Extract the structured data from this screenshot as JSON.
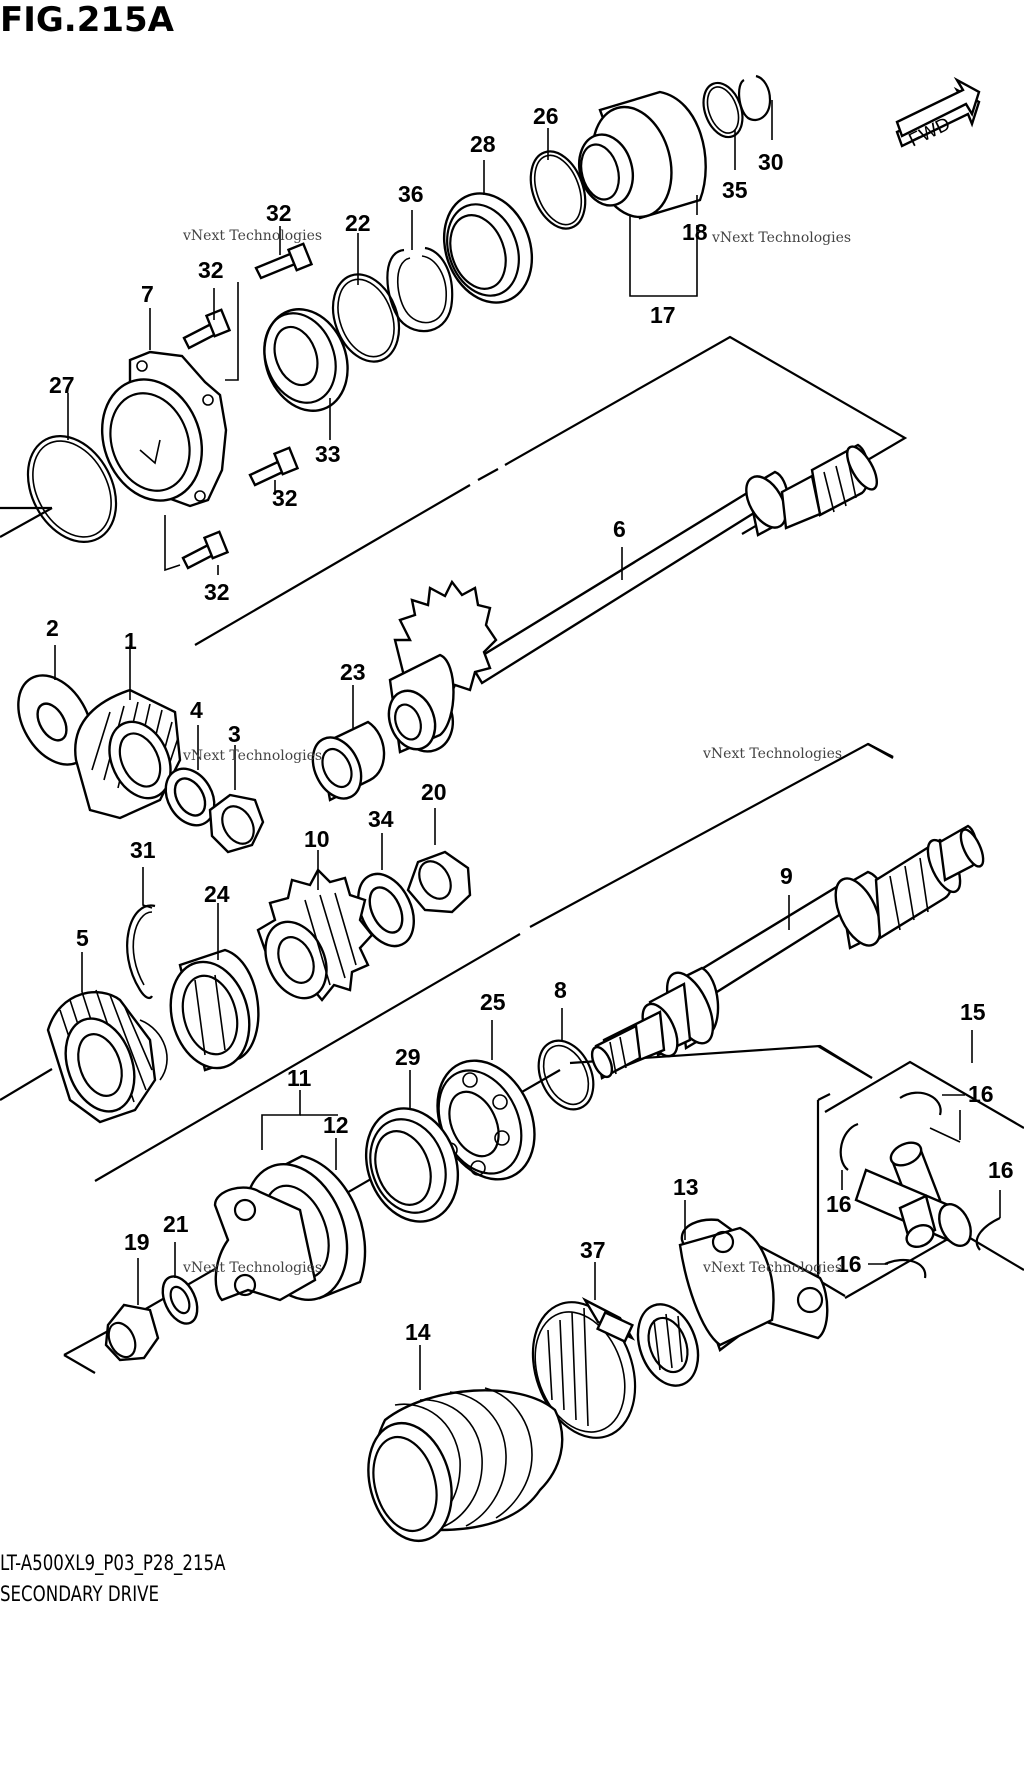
{
  "figure_title": "FIG.215A",
  "model_code": "LT-A500XL9_P03_P28_215A",
  "diagram_name": "SECONDARY DRIVE",
  "fwd_label": "FWD",
  "watermark": "vNext Technologies",
  "callouts": [
    "32",
    "32",
    "32",
    "32",
    "32",
    "7",
    "27",
    "22",
    "36",
    "28",
    "26",
    "35",
    "30",
    "18",
    "17",
    "33",
    "6",
    "2",
    "1",
    "4",
    "3",
    "23",
    "20",
    "34",
    "10",
    "31",
    "24",
    "5",
    "9",
    "8",
    "25",
    "29",
    "11",
    "12",
    "15",
    "16",
    "16",
    "16",
    "16",
    "13",
    "21",
    "19",
    "37",
    "14"
  ]
}
